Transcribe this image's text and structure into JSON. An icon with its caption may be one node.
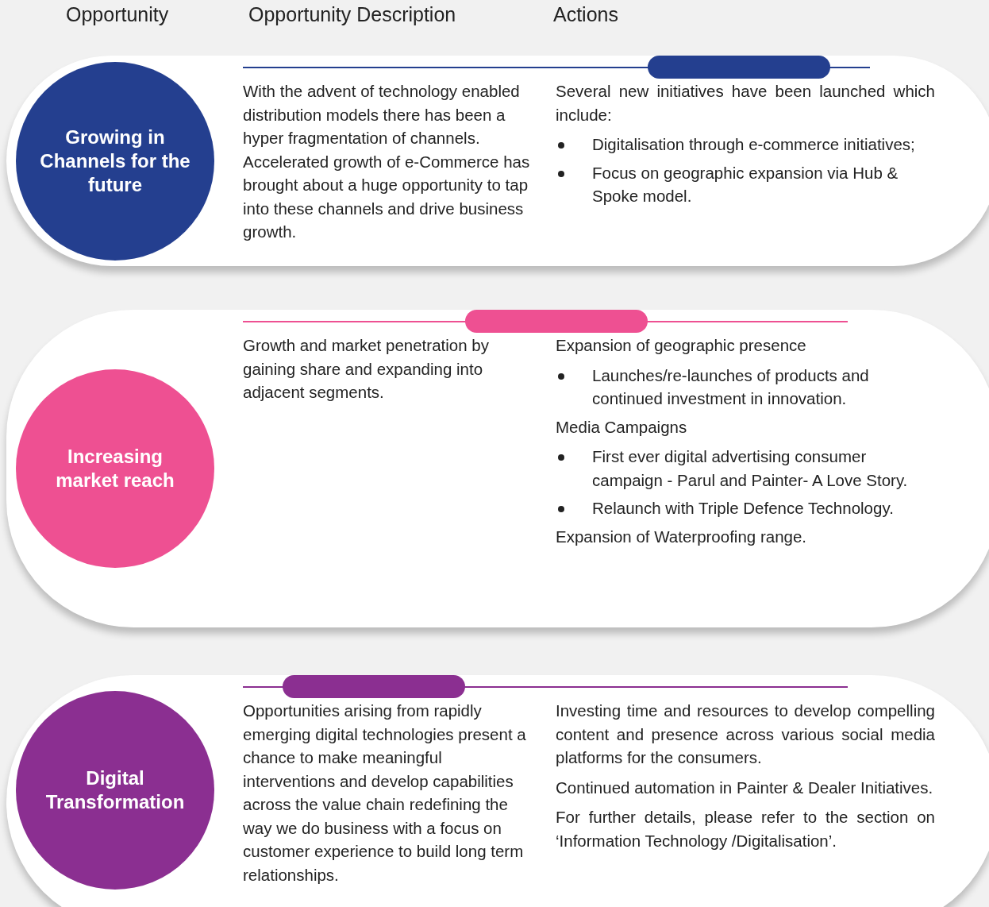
{
  "diagram": {
    "nodes": [
      {
        "text": [
          "With the advent of technology enabled distribution models there has been a hyper fragmentation of channels. Accelerated growth of e-Commerce has brought about a huge opportunity to tap into these channels and drive business growth.",
          "Several new initiatives have been launched which include:",
          "Digitalisation through e-commerce initiatives;",
          "Focus on geographic expansion via Hub & Spoke model."
        ]
      },
      {
        "text": [
          "Growing in Channels for the future"
        ],
        "in": 0
      },
      {
        "text": [
          "Growth and market penetration by gaining share and expanding into adjacent segments.",
          "Expansion of geographic presence",
          "Launches/re-launches of products and continued investment in innovation.",
          "Media Campaigns",
          "First ever digital advertising consumer campaign - Parul and Painter- A Love Story.",
          "Relaunch with Triple Defence Technology.",
          "Expansion of Waterproofing range."
        ]
      },
      {
        "text": [
          "Increasing market reach"
        ],
        "in": 2
      },
      {
        "text": [
          "Opportunities arising from rapidly emerging digital technologies present a chance to make meaningful interventions and develop capabilities across the value chain redefining the way we do business with a focus on customer experience to build long term relationships.",
          "Investing time and resources to develop compelling content and presence across various social media platforms for the consumers.",
          "Continued automation in Painter & Dealer Initiatives.",
          "For further details, please refer to the section on ‘Information Technology /Digitalisation’."
        ]
      },
      {
        "text": [
          "Digital Transformation"
        ],
        "in": 4
      }
    ],
    "labels": [
      "Opportunity",
      "Opportunity Description",
      "Actions"
    ]
  }
}
